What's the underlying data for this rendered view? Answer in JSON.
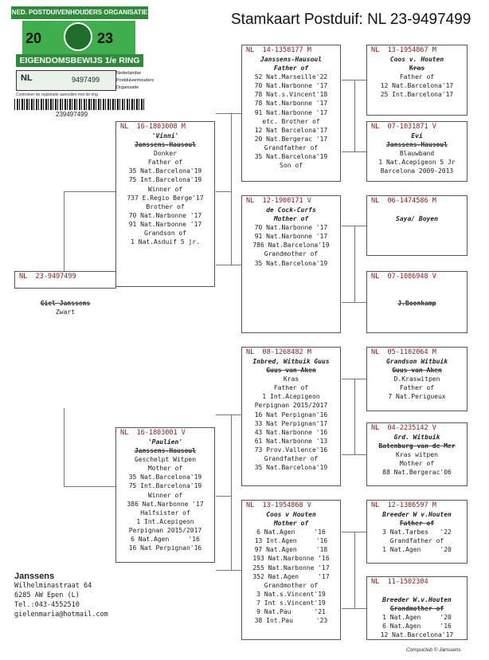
{
  "title": "Stamkaart Postduif: NL  23-9497499",
  "ring": {
    "org": "NED. POSTDUIVENHOUDERS ORGANISATIE",
    "year_left": "20",
    "year_right": "23",
    "eigendom": "EIGENDOMSBEWIJS 1/e RING",
    "nl": "NL",
    "number": "9497499",
    "side": [
      "Nederlandse",
      "Postduivenhouders",
      "Organisatie"
    ],
    "small": "Controleer de registratie  aanvullen met de ring",
    "barcode_number": "239497499"
  },
  "boxes": [
    {
      "id": "subject",
      "header": "NL  23-9497499",
      "lines": [
        "",
        "",
        {
          "t": "Giel Janssens",
          "s": "br"
        },
        "Zwart"
      ]
    },
    {
      "id": "sire",
      "header": "NL  16-1803008 M",
      "lines": [
        {
          "t": "'Vinni'",
          "s": "nm"
        },
        {
          "t": "Janssens-Hausoul",
          "s": "br"
        },
        "Donker",
        "Father of",
        "35 Nat.Barcelona'19",
        "75 Int.Barcelona'19",
        "Winner of",
        "737 E.Regio Berge'17",
        "Brother of",
        "70 Nat.Narbonne '17",
        "91 Nat.Narbonne '17",
        "Grandson of",
        "1 Nat.Asduif 5 jr."
      ]
    },
    {
      "id": "dam",
      "header": "NL  16-1803001 V",
      "lines": [
        {
          "t": "'Paulien'",
          "s": "nm"
        },
        {
          "t": "Janssens-Hausoul",
          "s": "br"
        },
        "Geschelpt Witpen",
        "Mother of",
        "35 Nat.Barcelona'19",
        "75 Int.Barcelona'19",
        "Winner of",
        "386 Nat.Narbonne '17",
        "Halfsister of",
        "1 Int.Acepigeon",
        "Perpignan 2015/2017",
        "6 Nat.Agen     '16",
        "16 Nat Perpignan'16"
      ]
    },
    {
      "id": "ss",
      "header": "NL  14-1358177 M",
      "lines": [
        {
          "t": "Janssens-Hausoul",
          "s": "nm"
        },
        {
          "t": "Father of",
          "s": "nm"
        },
        "52 Nat.Marseille'22",
        "70 Nat.Narbonne '17",
        "78 Nat.s.Vincent'18",
        "78 Nat.Narbonne '17",
        "91 Nat.Narbonne '17",
        "etc. Brother of",
        "12 Nat Barcelona'17",
        "20 Nat.Bergerac '17",
        "Grandfather of",
        "35 Nat.Barcelona'19",
        "Son of"
      ]
    },
    {
      "id": "sd",
      "header": "NL  12-1900171 V",
      "lines": [
        {
          "t": "de Cock-Curfs",
          "s": "nm"
        },
        {
          "t": "Mother of",
          "s": "nm"
        },
        "70 Nat.Narbonne '17",
        "91 Nat.Narbonne '17",
        "786 Nat.Barcelona'19",
        "Grandmother of",
        "35 Nat.Barcelona'19"
      ]
    },
    {
      "id": "ds",
      "header": "NL  08-1268482 M",
      "lines": [
        {
          "t": "Inbred, Witbuik Guus",
          "s": "nm"
        },
        {
          "t": "Guus van Aken",
          "s": "br"
        },
        "Kras",
        "Father of",
        "1 Int.Acepigeon",
        "Perpignan 2015/2017",
        "16 Nat Perpignan'16",
        "33 Nat Perpignan'17",
        "43 Nat.Narbonne '16",
        "61 Nat.Narbonne '13",
        "73 Prov.Vallence'16",
        "Grandfather of",
        "35 Nat.Barcelona'19"
      ]
    },
    {
      "id": "dd",
      "header": "NL  13-1954868 V",
      "lines": [
        {
          "t": "Coos v Houten",
          "s": "nm"
        },
        {
          "t": "Mother of",
          "s": "nm"
        },
        "6 Nat.Agen     '16",
        "13 Int.Agen     '16",
        "97 Nat.Agen     '18",
        "193 Nat.Narbonne '16",
        "255 Nat.Narbonne '17",
        "352 Nat.Agen     '17",
        "Grandmother of",
        "3 Nat.s.Vincent'19",
        "7 Int s.Vincent'19",
        "9 Nat.Pau      '21",
        "38 Int.Pau      '23"
      ]
    },
    {
      "id": "sss",
      "header": "NL  13-1954867 M",
      "lines": [
        {
          "t": "Coos v. Houten",
          "s": "nm"
        },
        {
          "t": "Kras",
          "s": "br"
        },
        "Father of",
        "12 Nat.Barcelona'17",
        "25 Int.Barcelona'17"
      ]
    },
    {
      "id": "ssd",
      "header": "NL  07-1031871 V",
      "lines": [
        {
          "t": "Evi",
          "s": "nm"
        },
        {
          "t": "Janssens-Hausoul",
          "s": "br"
        },
        "Blauwband",
        "1 Nat.Acepigeon 5 Jr",
        "Barcelona 2009-2013"
      ]
    },
    {
      "id": "sds",
      "header": "NL  06-1474586 M",
      "lines": [
        "",
        {
          "t": "Saya/ Boyen",
          "s": "nm"
        }
      ]
    },
    {
      "id": "sdd",
      "header": "NL  07-1086948 V",
      "lines": [
        "",
        "",
        {
          "t": "J.Boonkamp",
          "s": "br"
        }
      ]
    },
    {
      "id": "dss",
      "header": "NL  05-1102064 M",
      "lines": [
        {
          "t": "Grandson Witbuik",
          "s": "nm"
        },
        {
          "t": "Guus van Aken",
          "s": "br"
        },
        "D.Kraswitpen",
        "Father of",
        "7 Nat.Perigueux"
      ]
    },
    {
      "id": "dsd",
      "header": "NL  04-2235142 V",
      "lines": [
        {
          "t": "Grd. Witbuik",
          "s": "nm"
        },
        {
          "t": "Batenburg van de Mer",
          "s": "br"
        },
        "Kras witpen",
        "Mother of",
        "88 Nat.Bergerac'06"
      ]
    },
    {
      "id": "dds",
      "header": "NL  12-1386597 M",
      "lines": [
        {
          "t": "Breeder W v.Houten",
          "s": "nm"
        },
        {
          "t": "Father of",
          "s": "br"
        },
        "3 Nat.Tarbes   '22",
        "Grandfather of",
        "1 Nat.Agen     '20"
      ]
    },
    {
      "id": "ddd",
      "header": "NL  11-1502304",
      "lines": [
        "",
        {
          "t": "Breeder W.v.Houten",
          "s": "nm"
        },
        {
          "t": "Grandmother of",
          "s": "br"
        },
        "1 Nat.Agen     '20",
        "6 Nat.Agen     '16",
        "12 Nat.Barcelona'17"
      ]
    }
  ],
  "owner": {
    "name": "Janssens",
    "lines": [
      "Wilhelminastraat 64",
      "6285 AW  Epen (L)",
      "Tel.:043-4552510",
      "gielenmaria@hotmail.com"
    ]
  },
  "footer": "Compuclub © Janssens"
}
